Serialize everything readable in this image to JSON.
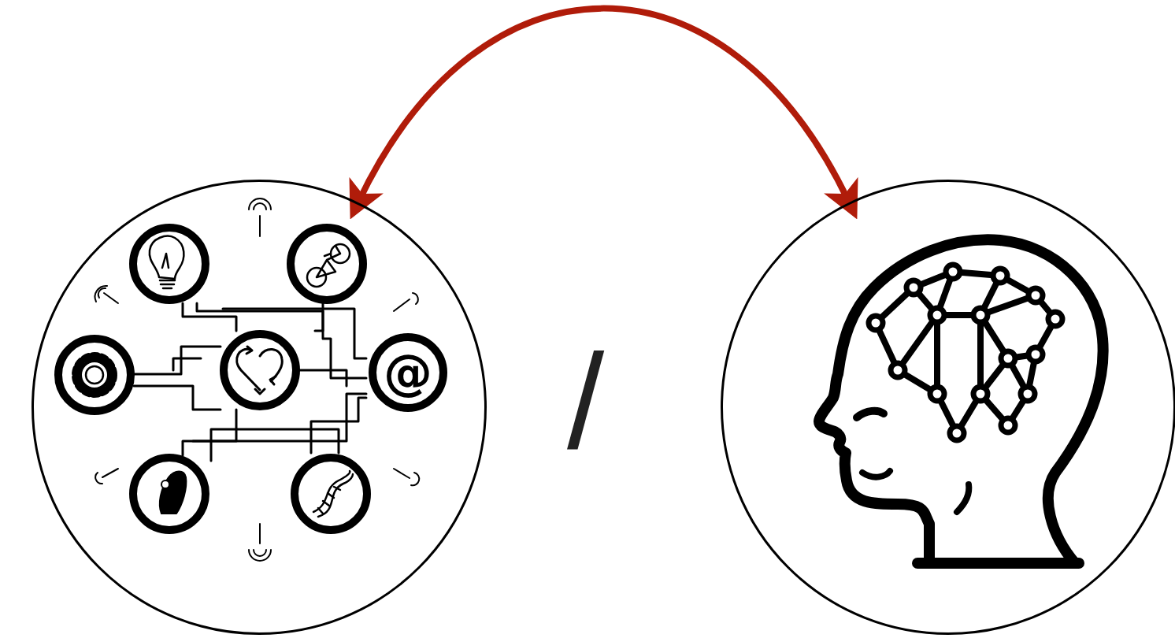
{
  "diagram": {
    "nodes": [
      {
        "text": []
      },
      {
        "text": [
          "@"
        ],
        "in": 0
      },
      {
        "text": []
      }
    ],
    "edges": [
      {
        "from": 0,
        "to": 2,
        "arrow": "both"
      }
    ],
    "labels": [
      "/"
    ]
  }
}
